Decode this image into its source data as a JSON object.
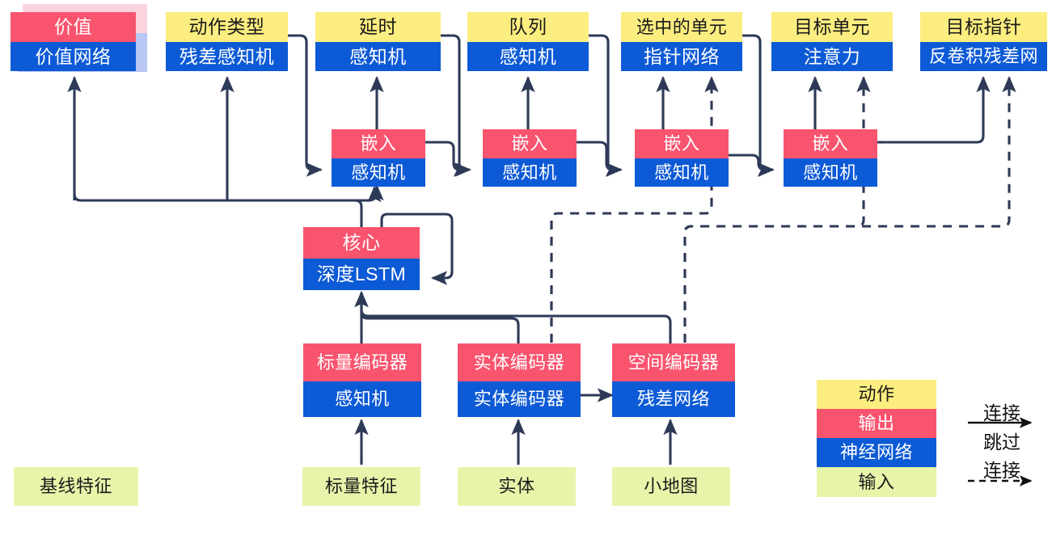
{
  "diagram": {
    "title": "AlphaStar-style agent network architecture",
    "colors": {
      "action": "#fced80",
      "output": "#f9546e",
      "network": "#0d5ad6",
      "input": "#e7f5ab",
      "wire": "#2d3a57",
      "shadow_pink": "#fbd3dd",
      "shadow_blue": "#b9c7f4"
    },
    "nodes": [
      {
        "id": "value",
        "top": "价值",
        "bottom": "价值网络"
      },
      {
        "id": "action_type",
        "top": "动作类型",
        "bottom": "残差感知机"
      },
      {
        "id": "delay",
        "top": "延时",
        "bottom": "感知机"
      },
      {
        "id": "queue",
        "top": "队列",
        "bottom": "感知机"
      },
      {
        "id": "selected",
        "top": "选中的单元",
        "bottom": "指针网络"
      },
      {
        "id": "target_unit",
        "top": "目标单元",
        "bottom": "注意力"
      },
      {
        "id": "target_point",
        "top": "目标指针",
        "bottom": "反卷积残差网"
      },
      {
        "id": "embed1",
        "top": "嵌入",
        "bottom": "感知机"
      },
      {
        "id": "embed2",
        "top": "嵌入",
        "bottom": "感知机"
      },
      {
        "id": "embed3",
        "top": "嵌入",
        "bottom": "感知机"
      },
      {
        "id": "embed4",
        "top": "嵌入",
        "bottom": "感知机"
      },
      {
        "id": "core",
        "top": "核心",
        "bottom": "深度LSTM"
      },
      {
        "id": "scalar_enc",
        "top": "标量编码器",
        "bottom": "感知机"
      },
      {
        "id": "entity_enc",
        "top": "实体编码器",
        "bottom": "实体编码器"
      },
      {
        "id": "spatial_enc",
        "top": "空间编码器",
        "bottom": "残差网络"
      }
    ],
    "inputs": [
      {
        "id": "baseline_features",
        "label": "基线特征"
      },
      {
        "id": "scalar_features",
        "label": "标量特征"
      },
      {
        "id": "entities",
        "label": "实体"
      },
      {
        "id": "minimap",
        "label": "小地图"
      }
    ],
    "legend": {
      "swatches": [
        {
          "id": "legend-action",
          "label": "动作"
        },
        {
          "id": "legend-output",
          "label": "输出"
        },
        {
          "id": "legend-network",
          "label": "神经网络"
        },
        {
          "id": "legend-input",
          "label": "输入"
        }
      ],
      "connect_label": "连接",
      "skip_label_line1": "跳过",
      "skip_label_line2": "连接"
    }
  }
}
